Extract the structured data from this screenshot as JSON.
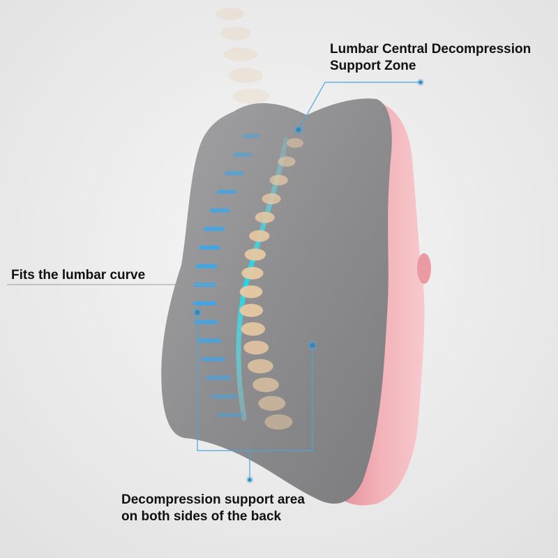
{
  "callouts": {
    "central_zone": {
      "line1": "Lumbar Central Decompression",
      "line2": "Support Zone"
    },
    "lumbar_curve": {
      "text": "Fits the lumbar curve"
    },
    "side_support": {
      "line1": "Decompression support area",
      "line2": "on both sides of the back"
    }
  },
  "colors": {
    "background": "#ededed",
    "cushion_gray": "#8e8e90",
    "cushion_pink": "#eea7ae",
    "accent_blue": "#4aa6d8",
    "spine_cyan": "#22d9e6",
    "vertebra_bone": "#e8c9a3",
    "disc_blue": "#3fa5e8"
  }
}
